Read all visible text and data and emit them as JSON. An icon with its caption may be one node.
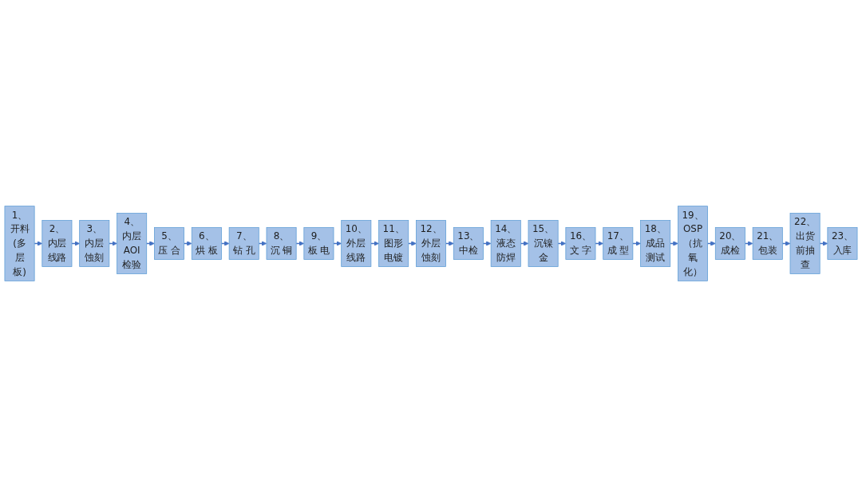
{
  "diagram": {
    "nodes": [
      {
        "text": [
          "1、开料(多层板)"
        ]
      },
      {
        "text": [
          "2、内层线路"
        ]
      },
      {
        "text": [
          "3、内层蚀刻"
        ]
      },
      {
        "text": [
          "4、内层AOI检验"
        ]
      },
      {
        "text": [
          "5、压 合"
        ]
      },
      {
        "text": [
          "6、烘 板"
        ]
      },
      {
        "text": [
          "7、钻 孔"
        ]
      },
      {
        "text": [
          "8、沉 铜"
        ]
      },
      {
        "text": [
          "9、板 电"
        ]
      },
      {
        "text": [
          "10、外层线路"
        ]
      },
      {
        "text": [
          "11、图形电镀"
        ]
      },
      {
        "text": [
          "12、外层蚀刻"
        ]
      },
      {
        "text": [
          "13、中检"
        ]
      },
      {
        "text": [
          "14、液态防焊"
        ]
      },
      {
        "text": [
          "15、沉镍金"
        ]
      },
      {
        "text": [
          "16、文 字"
        ]
      },
      {
        "text": [
          "17、成 型"
        ]
      },
      {
        "text": [
          "18、成品测试"
        ]
      },
      {
        "text": [
          "19、OSP（抗氧化）"
        ]
      },
      {
        "text": [
          "20、成检"
        ]
      },
      {
        "text": [
          "21、包装"
        ]
      },
      {
        "text": [
          "22、出货前抽查"
        ]
      },
      {
        "text": [
          "23、入库"
        ]
      }
    ],
    "edges": [
      {
        "from": 0,
        "to": 1,
        "arrow": "to"
      },
      {
        "from": 1,
        "to": 2,
        "arrow": "to"
      },
      {
        "from": 2,
        "to": 3,
        "arrow": "to"
      },
      {
        "from": 3,
        "to": 4,
        "arrow": "to"
      },
      {
        "from": 4,
        "to": 5,
        "arrow": "to"
      },
      {
        "from": 5,
        "to": 6,
        "arrow": "to"
      },
      {
        "from": 6,
        "to": 7,
        "arrow": "to"
      },
      {
        "from": 7,
        "to": 8,
        "arrow": "to"
      },
      {
        "from": 8,
        "to": 9,
        "arrow": "to"
      },
      {
        "from": 9,
        "to": 10,
        "arrow": "to"
      },
      {
        "from": 10,
        "to": 11,
        "arrow": "to"
      },
      {
        "from": 11,
        "to": 12,
        "arrow": "to"
      },
      {
        "from": 12,
        "to": 13,
        "arrow": "to"
      },
      {
        "from": 13,
        "to": 14,
        "arrow": "to"
      },
      {
        "from": 14,
        "to": 15,
        "arrow": "to"
      },
      {
        "from": 15,
        "to": 16,
        "arrow": "to"
      },
      {
        "from": 16,
        "to": 17,
        "arrow": "to"
      },
      {
        "from": 17,
        "to": 18,
        "arrow": "to"
      },
      {
        "from": 18,
        "to": 19,
        "arrow": "to"
      },
      {
        "from": 19,
        "to": 20,
        "arrow": "to"
      },
      {
        "from": 20,
        "to": 21,
        "arrow": "to"
      },
      {
        "from": 21,
        "to": 22,
        "arrow": "to"
      }
    ]
  }
}
